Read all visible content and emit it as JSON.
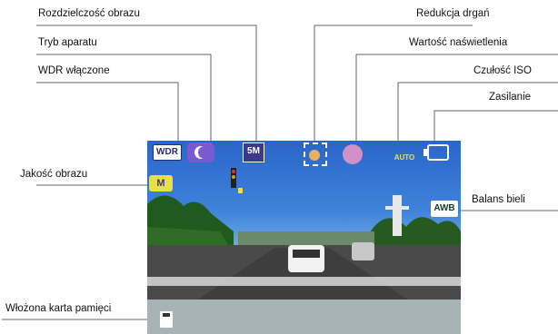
{
  "labels": {
    "resolution": "Rozdzielczość obrazu",
    "camera_mode": "Tryb aparatu",
    "wdr_on": "WDR włączone",
    "image_quality": "Jakość obrazu",
    "memory_card": "Włożona karta pamięci",
    "stabilization": "Redukcja drgań",
    "exposure": "Wartość naświetlenia",
    "iso": "Czułość ISO",
    "power": "Zasilanie",
    "white_balance": "Balans bieli"
  },
  "screen_icons": {
    "wdr": "WDR",
    "resolution": "5M",
    "quality": "M",
    "iso": "AUTO",
    "white_balance": "AWB"
  },
  "icon_names": [
    "wdr-icon",
    "camera-mode-icon",
    "resolution-icon",
    "stabilization-icon",
    "exposure-icon",
    "iso-icon",
    "power-icon",
    "quality-icon",
    "white-balance-icon",
    "memory-card-icon"
  ],
  "colors": {
    "sky": "#3f82da",
    "icon_yellow": "#e8e04a",
    "icon_purple": "#7a5ad0",
    "lines": "#666666"
  }
}
